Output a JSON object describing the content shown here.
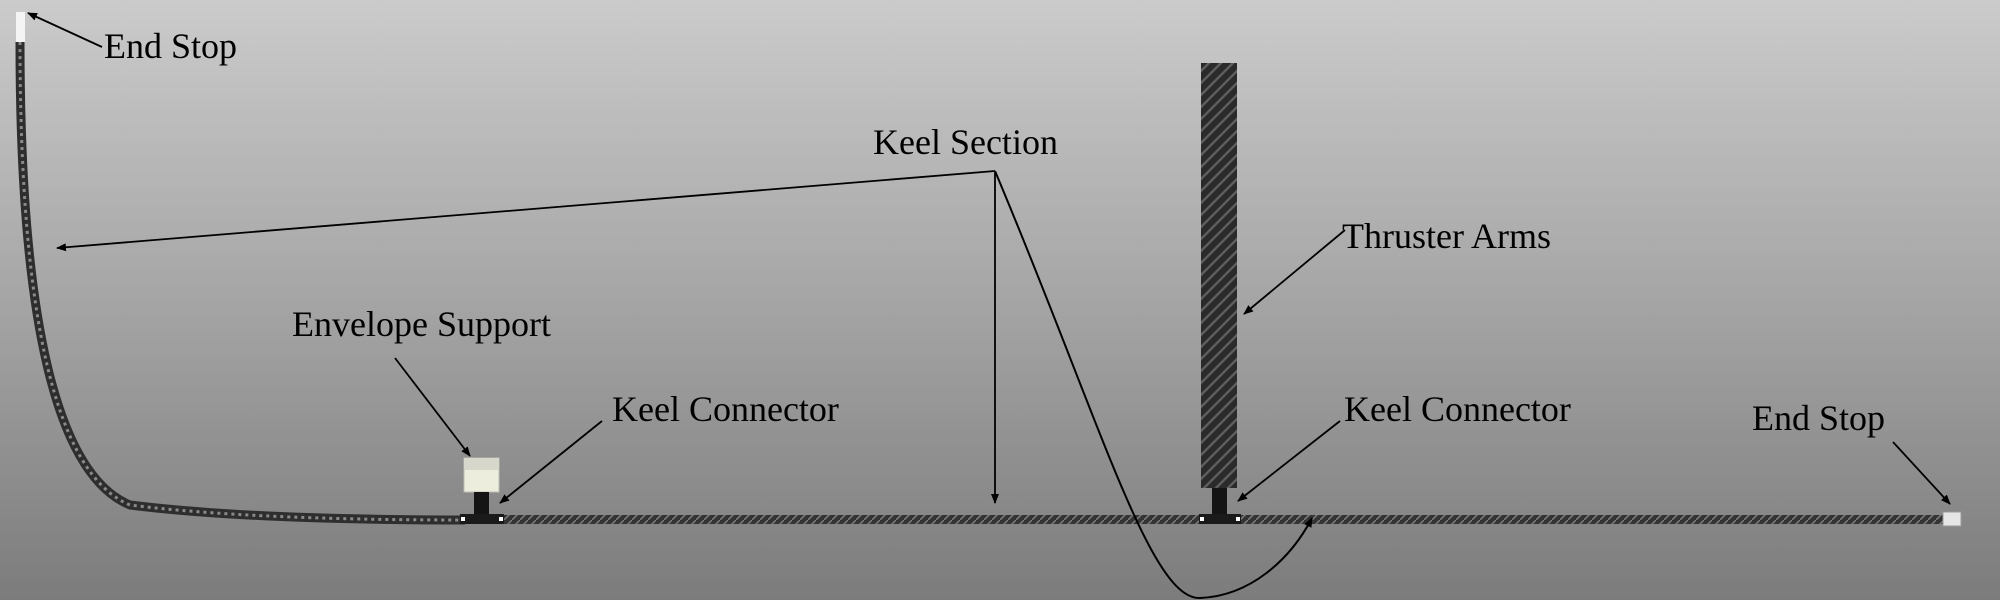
{
  "labels": {
    "end_stop_left": "End Stop",
    "keel_section": "Keel Section",
    "thruster_arms": "Thruster Arms",
    "envelope_support": "Envelope Support",
    "keel_connector_left": "Keel Connector",
    "keel_connector_right": "Keel Connector",
    "end_stop_right": "End Stop"
  },
  "colors": {
    "background_top": "#cbcbcb",
    "background_bottom": "#7c7c7c",
    "rod": "#3a3a3a",
    "rod_highlight": "#777777",
    "thruster_arm": "#2e2e2e",
    "envelope_support": "#ededde",
    "connector": "#141414",
    "leader_line": "#000000"
  }
}
